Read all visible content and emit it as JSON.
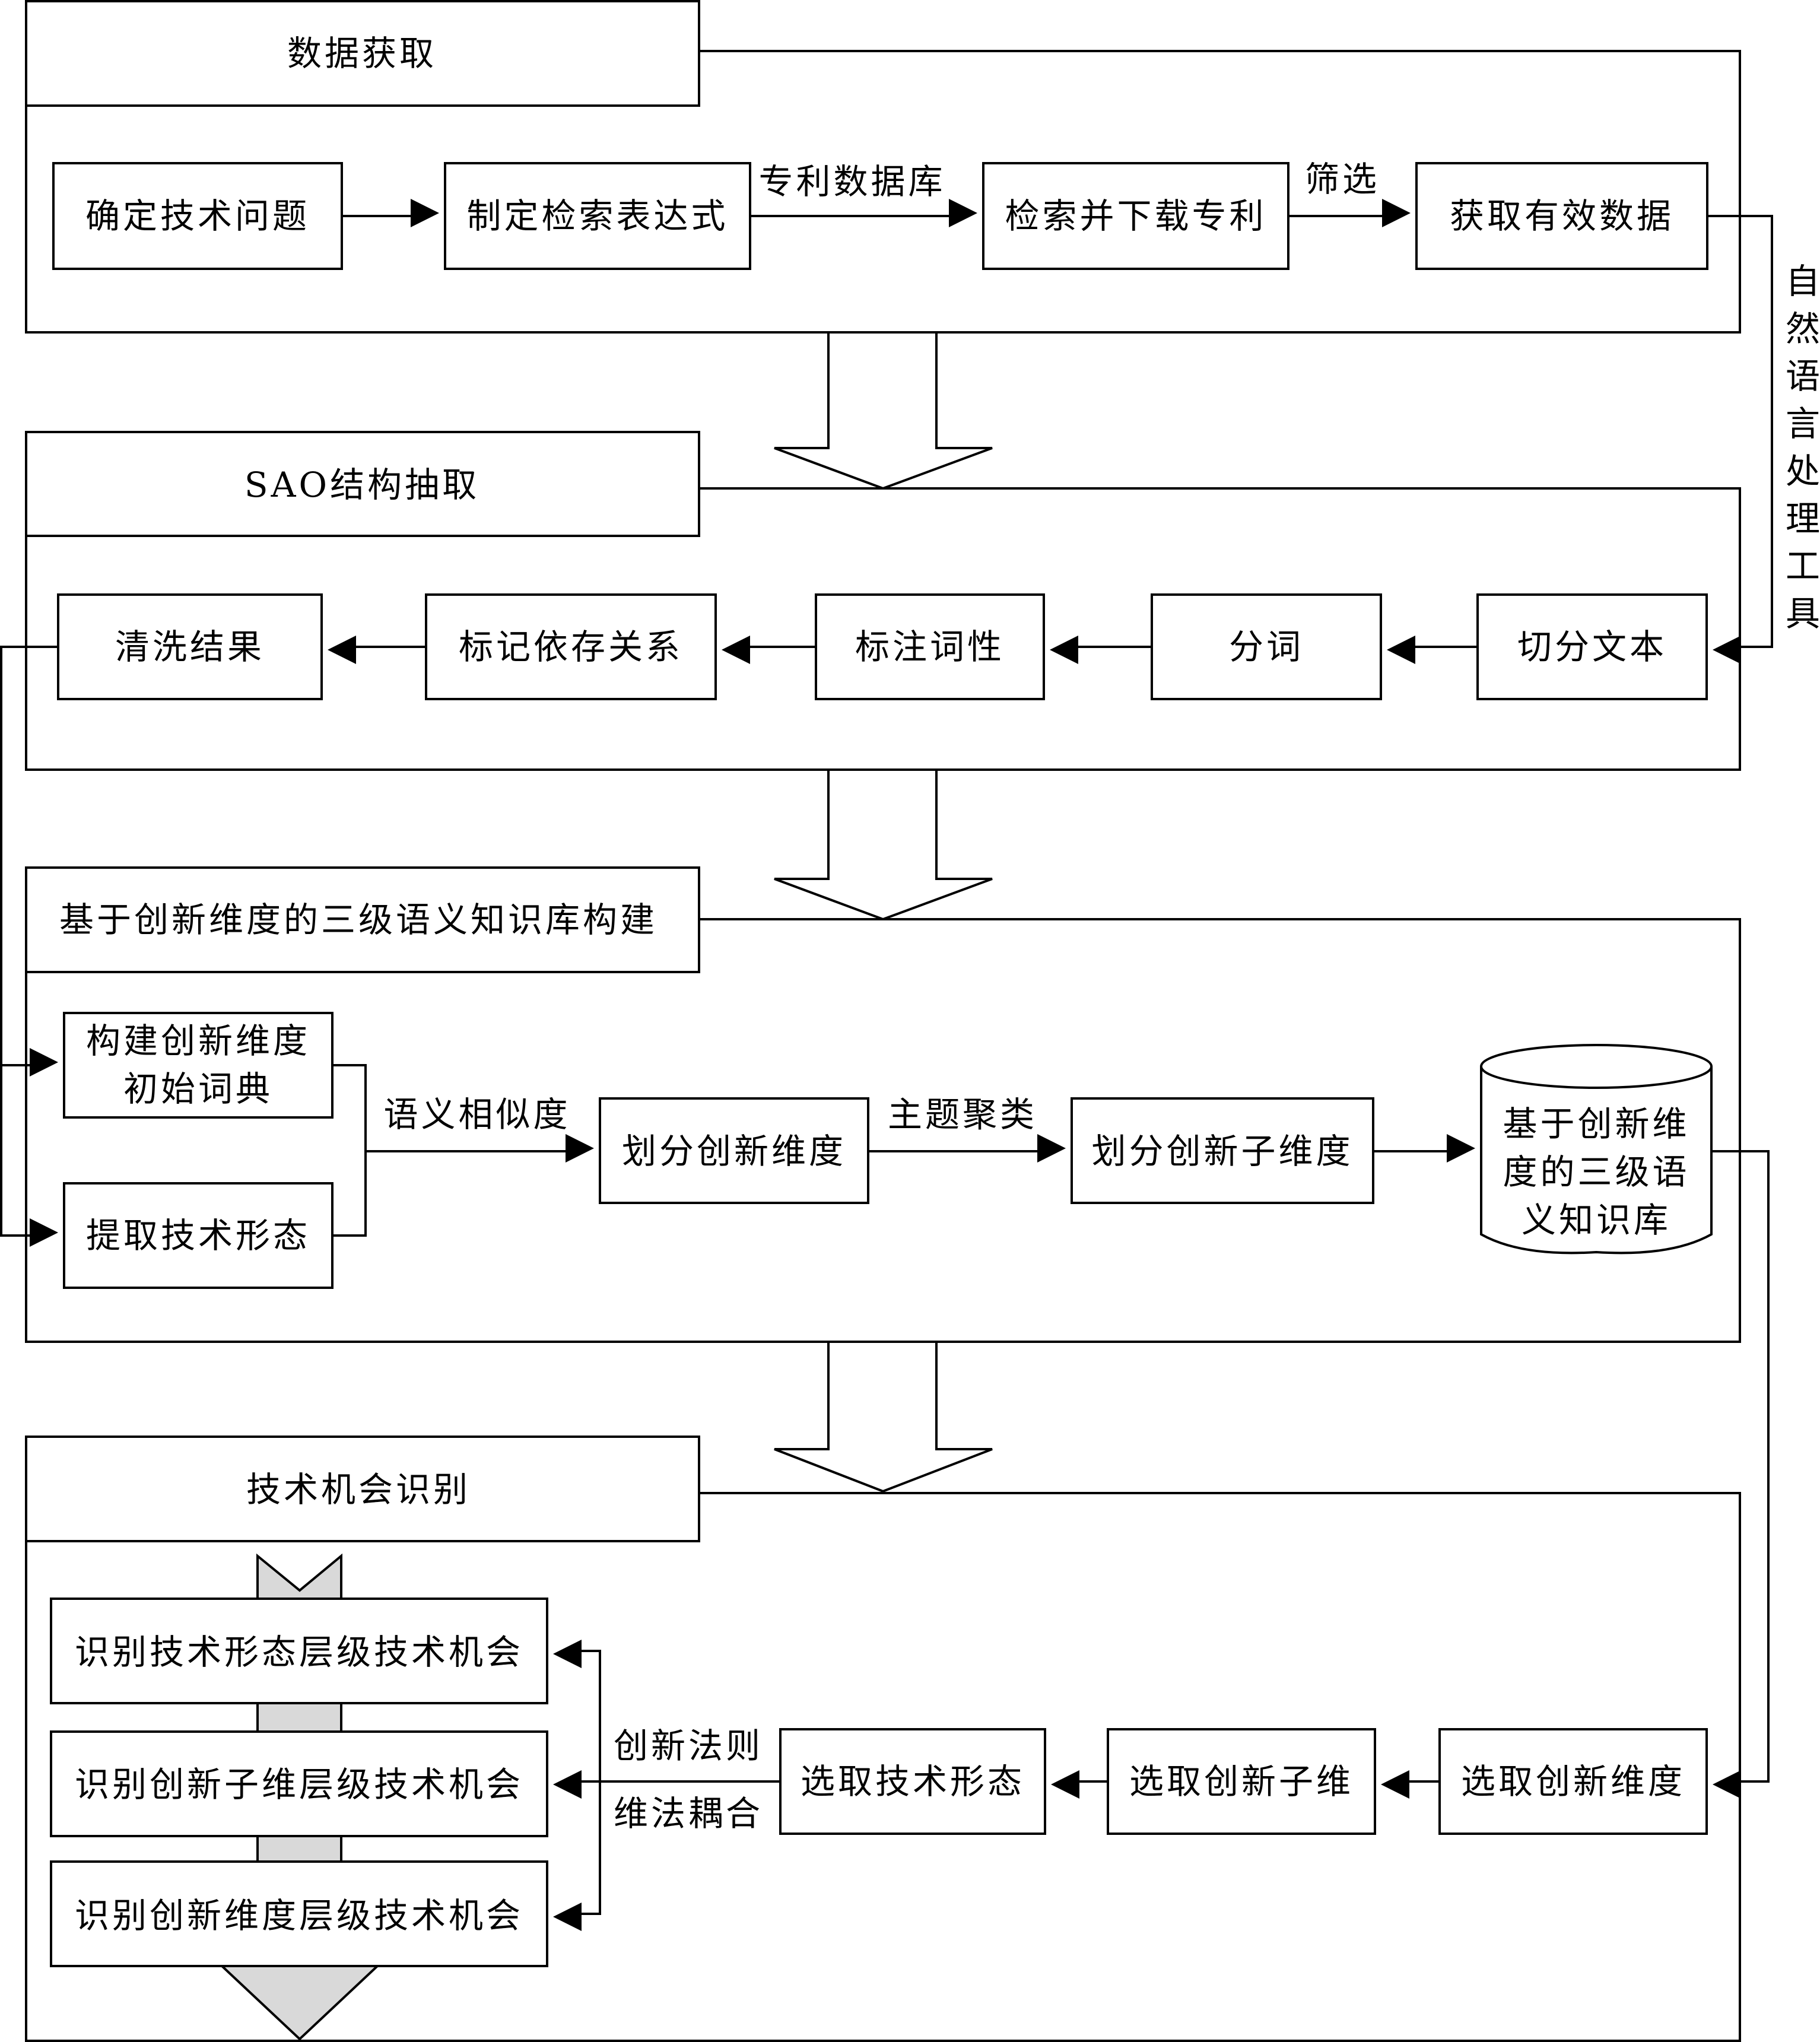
{
  "colors": {
    "line": "#000000",
    "background": "#ffffff",
    "scroll_arrow": "#d9d9d9"
  },
  "icons": {
    "stage_arrow": "hollow-down-arrow-icon",
    "flow_arrow": "solid-triangle-arrowhead-icon",
    "database": "cylinder-database-icon"
  },
  "sections": {
    "data_acquisition": {
      "title": "数据获取",
      "steps": [
        "确定技术问题",
        "制定检索表达式",
        "检索并下载专利",
        "获取有效数据"
      ],
      "edge_labels": {
        "database": "专利数据库",
        "filter": "筛选"
      }
    },
    "sao_extraction": {
      "title": "SAO结构抽取",
      "steps": [
        "切分文本",
        "分词",
        "标注词性",
        "标记依存关系",
        "清洗结果"
      ]
    },
    "knowledge_base": {
      "title": "基于创新维度的三级语义知识库构建",
      "dictionary": [
        "构建创新维度",
        "初始词典"
      ],
      "tech_form": "提取技术形态",
      "dimension": "划分创新维度",
      "sub_dimension": "划分创新子维度",
      "database": [
        "基于创新维",
        "度的三级语",
        "义知识库"
      ],
      "edge_labels": {
        "similarity": "语义相似度",
        "clustering": "主题聚类"
      }
    },
    "opportunity": {
      "title": "技术机会识别",
      "selections": [
        "选取创新维度",
        "选取创新子维",
        "选取技术形态"
      ],
      "coupling_label": [
        "创新法则",
        "维法耦合"
      ],
      "results": [
        "识别技术形态层级技术机会",
        "识别创新子维层级技术机会",
        "识别创新维度层级技术机会"
      ]
    }
  },
  "side_label": [
    "自",
    "然",
    "语",
    "言",
    "处",
    "理",
    "工",
    "具"
  ]
}
